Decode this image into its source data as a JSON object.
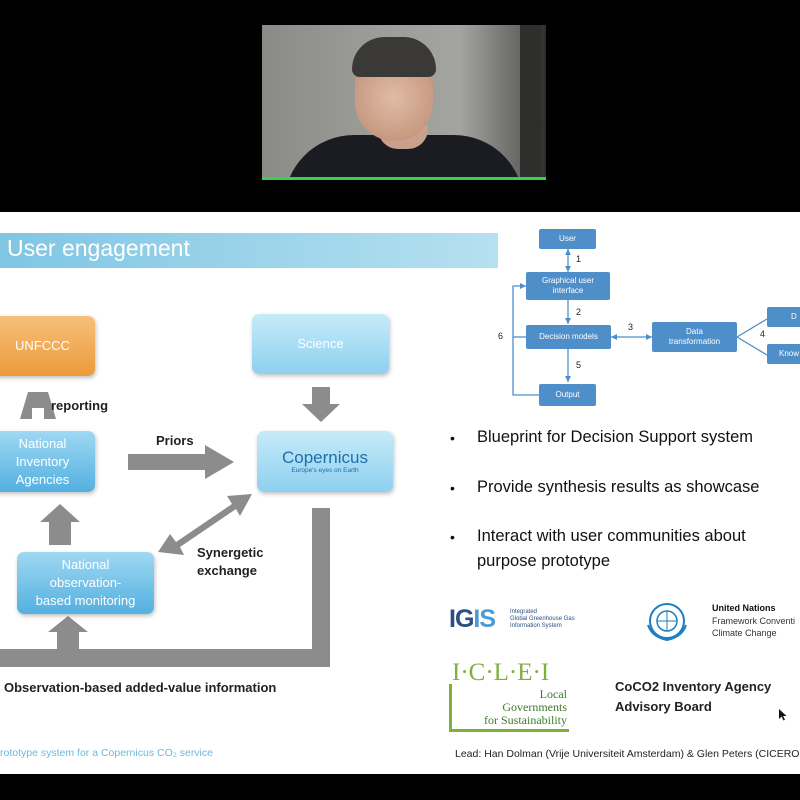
{
  "video": {
    "participant": "webcam-feed"
  },
  "slide": {
    "title": "User engagement",
    "diagram": {
      "unfccc": "UNFCCC",
      "science": "Science",
      "national_inventory": "National\nInventory\nAgencies",
      "copernicus": "Copernicus",
      "copernicus_tagline": "Europe's eyes on Earth",
      "national_observation": "National\nobservation-\nbased monitoring",
      "reporting": "reporting",
      "priors": "Priors",
      "synergetic": "Synergetic\nexchange",
      "observation_info": "Observation-based added-value information"
    },
    "flowchart": {
      "user": "User",
      "gui": "Graphical user\ninterface",
      "decision": "Decision models",
      "data_transform": "Data\ntransformation",
      "output": "Output",
      "d_box": "D",
      "know_box": "Know",
      "n1": "1",
      "n2": "2",
      "n3": "3",
      "n4": "4",
      "n5": "5",
      "n6": "6"
    },
    "bullets": [
      "Blueprint for Decision Support system",
      "Provide synthesis results as showcase",
      "Interact with user communities about",
      "purpose prototype"
    ],
    "logos": {
      "igis_main": "IG",
      "igis_i": "IS",
      "igis_text": "Integrated\nGlobal Greenhouse Gas\nInformation System",
      "un_title": "United Nations",
      "un_sub1": "Framework Conventi",
      "un_sub2": "Climate Change",
      "iclei": "I·C·L·E·I",
      "iclei_sub": "Local\nGovernments\nfor Sustainability",
      "coco2_line1": "CoCO2 Inventory Agency",
      "coco2_line2": "Advisory Board"
    },
    "footer_left": "rototype system for a Copernicus CO₂ service",
    "footer_right": "Lead: Han Dolman (Vrije Universiteit Amsterdam) & Glen Peters (CICERO"
  }
}
